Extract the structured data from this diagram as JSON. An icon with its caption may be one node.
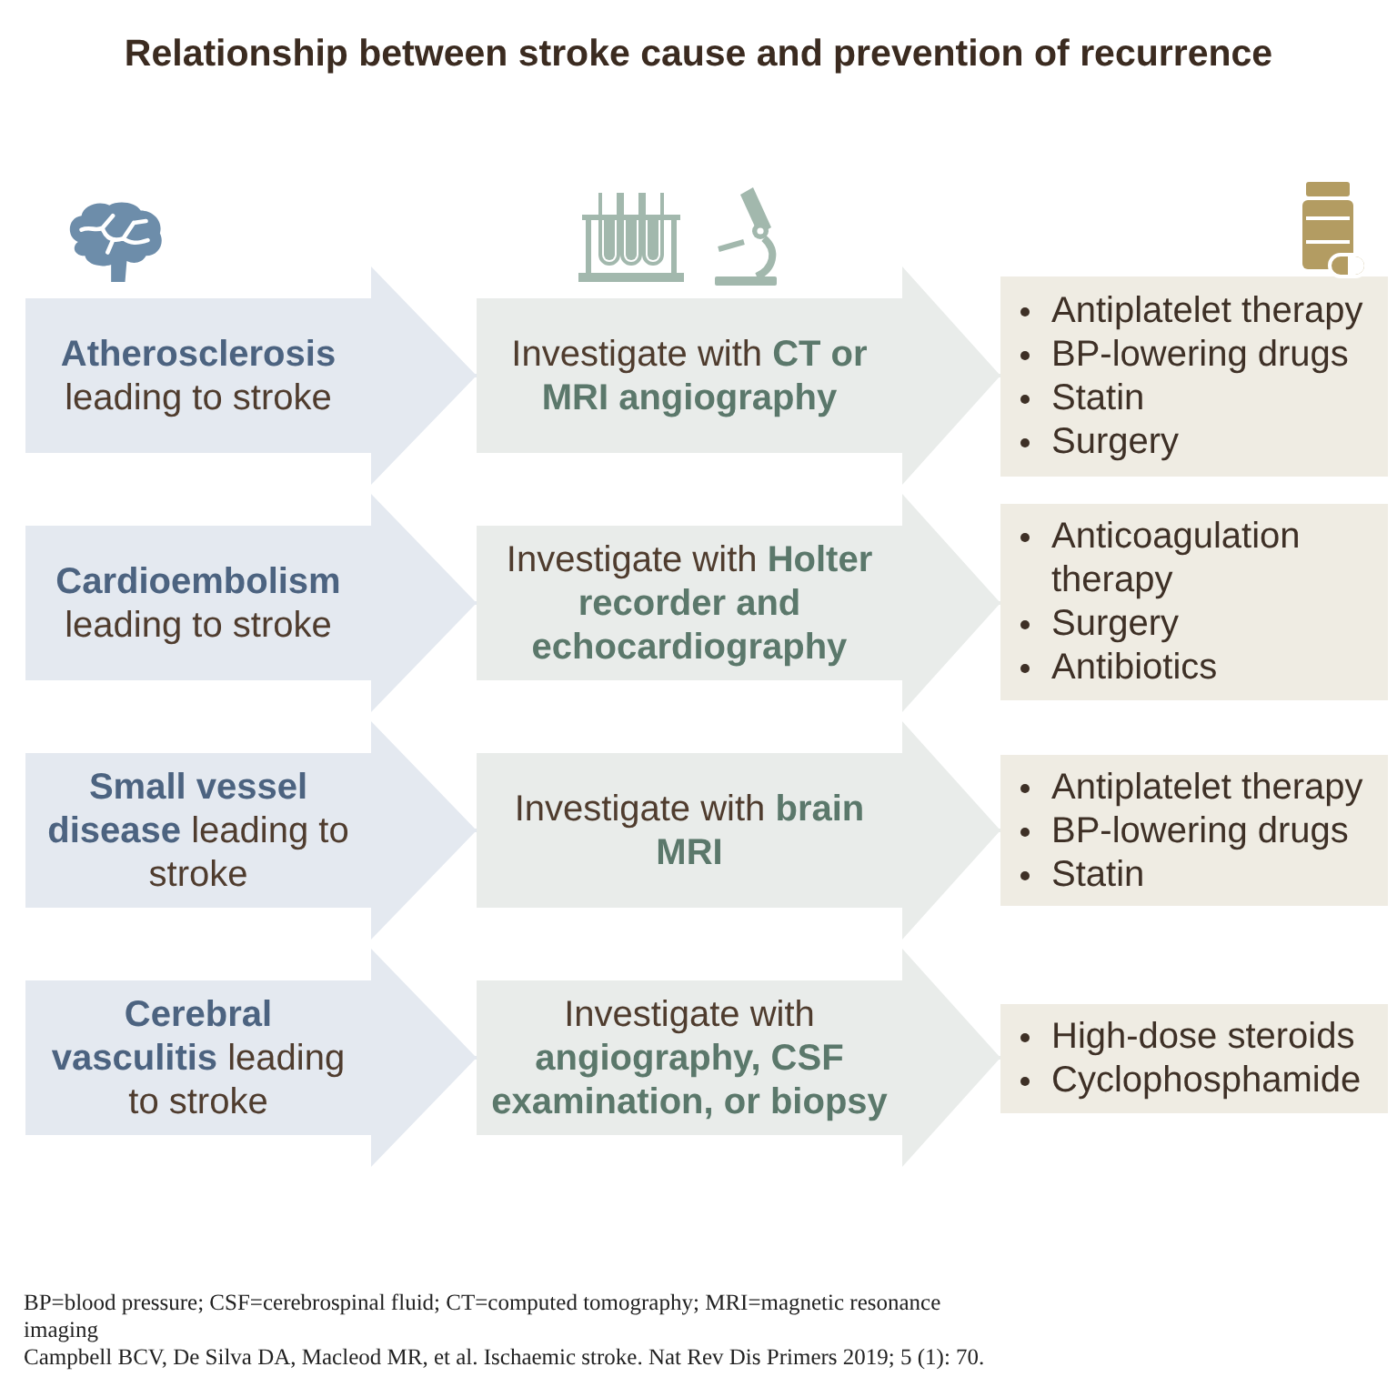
{
  "diagram": {
    "title": "Relationship between stroke cause and prevention of recurrence",
    "nodes": [
      {
        "text": [
          "**Atherosclerosis** leading to stroke"
        ]
      },
      {
        "text": [
          "Investigate with **CT or MRI angiography**"
        ]
      },
      {
        "text": [
          "Antiplatelet therapy",
          "BP-lowering drugs",
          "Statin",
          "Surgery"
        ]
      },
      {
        "text": [
          "**Cardioembolism** leading to stroke"
        ]
      },
      {
        "text": [
          "Investigate with **Holter recorder and echocardiography**"
        ]
      },
      {
        "text": [
          "Anticoagulation therapy",
          "Surgery",
          "Antibiotics"
        ]
      },
      {
        "text": [
          "**Small vessel disease** leading to stroke"
        ]
      },
      {
        "text": [
          "Investigate with **brain MRI**"
        ]
      },
      {
        "text": [
          "Antiplatelet therapy",
          "BP-lowering drugs",
          "Statin"
        ]
      },
      {
        "text": [
          "**Cerebral vasculitis** leading to stroke"
        ]
      },
      {
        "text": [
          "Investigate with **angiography, CSF examination, or biopsy**"
        ]
      },
      {
        "text": [
          "High-dose steroids",
          "Cyclophosphamide"
        ]
      }
    ],
    "edges": [
      {
        "from": 0,
        "to": 1,
        "arrow": "to"
      },
      {
        "from": 1,
        "to": 2,
        "arrow": "to"
      },
      {
        "from": 3,
        "to": 4,
        "arrow": "to"
      },
      {
        "from": 4,
        "to": 5,
        "arrow": "to"
      },
      {
        "from": 6,
        "to": 7,
        "arrow": "to"
      },
      {
        "from": 7,
        "to": 8,
        "arrow": "to"
      },
      {
        "from": 9,
        "to": 10,
        "arrow": "to"
      },
      {
        "from": 10,
        "to": 11,
        "arrow": "to"
      }
    ],
    "labels": [
      "BP=blood pressure; CSF=cerebrospinal fluid; CT=computed tomography; MRI=magnetic resonance imaging",
      "Campbell BCV, De Silva DA, Macleod MR, et al. Ischaemic stroke. Nat Rev Dis Primers 2019; 5 (1): 70."
    ]
  }
}
